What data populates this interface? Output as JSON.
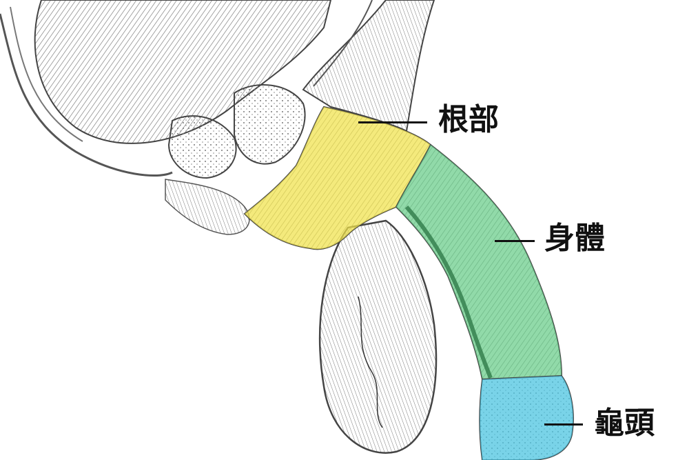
{
  "labels": {
    "root": "根部",
    "body": "身體",
    "glans": "龜頭"
  },
  "colors": {
    "root_region": "#f0e24a",
    "body_region": "#66cc88",
    "glans_region": "#4cc4e0",
    "line_art": "#555555",
    "label_text": "#111111"
  }
}
